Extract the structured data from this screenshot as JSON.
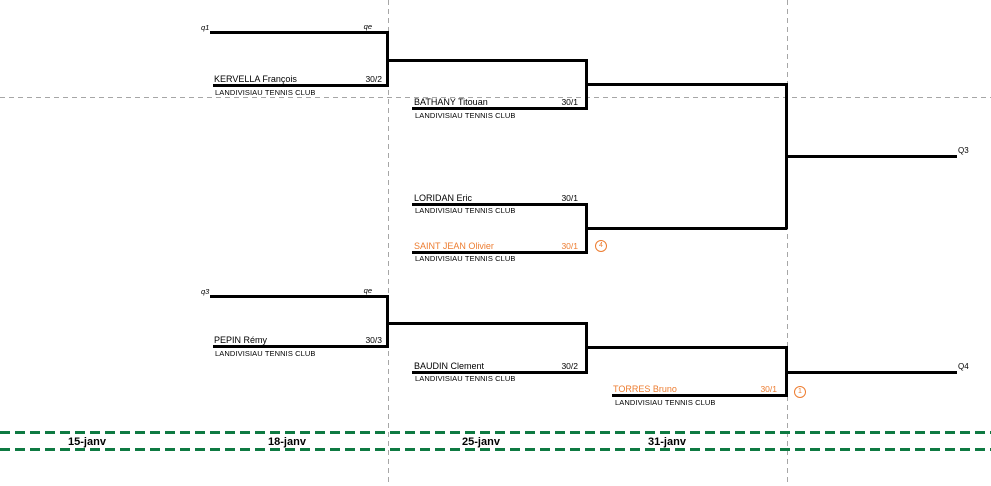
{
  "bracket": {
    "qualifiers": {
      "top": {
        "slot_label": "q1",
        "winner_label": "qe"
      },
      "bottom": {
        "slot_label": "q3",
        "winner_label": "qe"
      }
    },
    "players": [
      {
        "name": "KERVELLA François",
        "score": "30/2",
        "club": "LANDIVISIAU TENNIS CLUB",
        "highlighted": false
      },
      {
        "name": "BATHANY Titouan",
        "score": "30/1",
        "club": "LANDIVISIAU TENNIS CLUB",
        "highlighted": false
      },
      {
        "name": "LORIDAN Eric",
        "score": "30/1",
        "club": "LANDIVISIAU TENNIS CLUB",
        "highlighted": false
      },
      {
        "name": "SAINT JEAN Olivier",
        "score": "30/1",
        "club": "LANDIVISIAU TENNIS CLUB",
        "highlighted": true,
        "seed": "4"
      },
      {
        "name": "PEPIN Rémy",
        "score": "30/3",
        "club": "LANDIVISIAU TENNIS CLUB",
        "highlighted": false
      },
      {
        "name": "BAUDIN Clement",
        "score": "30/2",
        "club": "LANDIVISIAU TENNIS CLUB",
        "highlighted": false
      },
      {
        "name": "TORRES Bruno",
        "score": "30/1",
        "club": "LANDIVISIAU TENNIS CLUB",
        "highlighted": true,
        "seed": "1"
      }
    ],
    "winner_slots": {
      "top": "Q3",
      "bottom": "Q4"
    }
  },
  "timeline": {
    "dates": [
      "15-janv",
      "18-janv",
      "25-janv",
      "31-janv"
    ]
  },
  "colors": {
    "highlight_orange": "#ED7D31",
    "timeline_green": "#0E7A42",
    "grid_gray": "#A6A6A6",
    "line_black": "#000000"
  }
}
